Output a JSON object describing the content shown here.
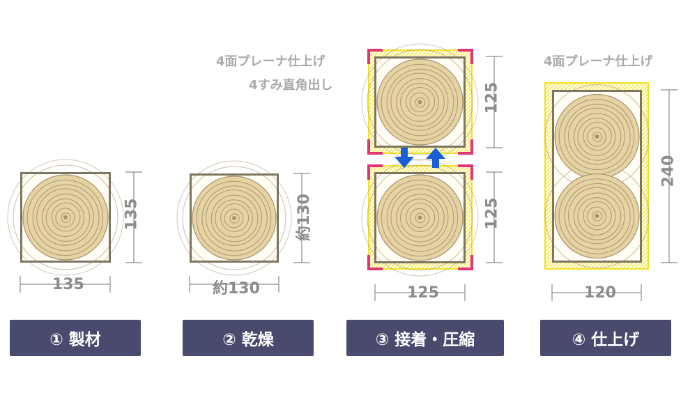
{
  "steps": [
    {
      "label": "① 製材",
      "width_label": "135",
      "height_label": "135"
    },
    {
      "label": "② 乾燥",
      "width_label": "約130",
      "height_label": "約130"
    },
    {
      "label": "③ 接着・圧縮",
      "width_label": "125",
      "height_label_top": "125",
      "height_label_bottom": "125",
      "note_line1": "4面プレーナ仕上げ",
      "note_line2": "4すみ直角出し"
    },
    {
      "label": "④ 仕上げ",
      "width_label": "120",
      "height_label": "240",
      "note": "4面プレーナ仕上げ"
    }
  ],
  "colors": {
    "label_bg": "#4a4a6e",
    "wood": "#e6d3a3",
    "ring": "#a89070",
    "frame": "#7d7560",
    "clamp": "#e03577",
    "hatch": "#f4ea3a",
    "arrow": "#1a5fd6",
    "dim": "#8c8c8c"
  }
}
